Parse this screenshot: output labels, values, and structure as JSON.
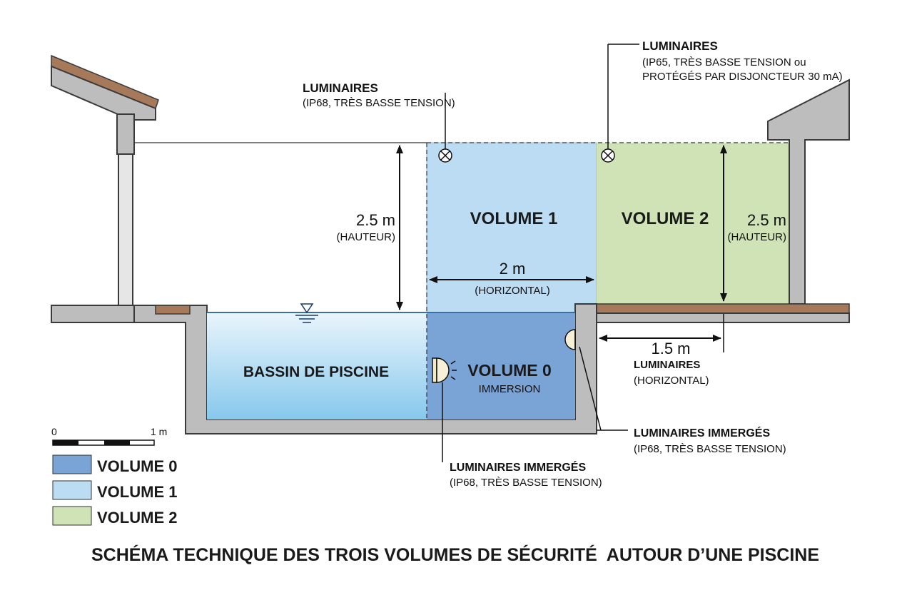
{
  "colors": {
    "volume0": "#7aa3d6",
    "volume1": "#bcdcf3",
    "volume2": "#cfe3b6",
    "concrete": "#bdbdbd",
    "concrete_stroke": "#3a3a3a",
    "wood": "#a5795a",
    "water_top": "#eaf5fc",
    "water_bottom": "#86c8ec"
  },
  "labels": {
    "lum1_title": "LUMINAIRES",
    "lum1_sub": "(IP68, TRÈS BASSE TENSION)",
    "lum2_title": "LUMINAIRES",
    "lum2_sub1": "(IP65, TRÈS BASSE TENSION ou",
    "lum2_sub2": "PROTÉGÉS PAR DISJONCTEUR 30 mA)",
    "volume1": "VOLUME 1",
    "volume2": "VOLUME 2",
    "h1_value": "2.5 m",
    "h1_sub": "(HAUTEUR)",
    "h2_value": "2.5 m",
    "h2_sub": "(HAUTEUR)",
    "w_value": "2 m",
    "w_sub": "(HORIZONTAL)",
    "basin": "BASSIN DE PISCINE",
    "volume0": "VOLUME 0",
    "volume0_sub": "IMMERSION",
    "d_value": "1.5 m",
    "d_title": "LUMINAIRES",
    "d_sub": "(HORIZONTAL)",
    "imm_right_title": "LUMINAIRES IMMERGÉS",
    "imm_right_sub": "(IP68, TRÈS BASSE TENSION)",
    "imm_bottom_title": "LUMINAIRES IMMERGÉS",
    "imm_bottom_sub": "(IP68, TRÈS BASSE TENSION)"
  },
  "scale": {
    "start": "0",
    "end": "1 m"
  },
  "legend": [
    {
      "label": "VOLUME 0",
      "color": "#7aa3d6"
    },
    {
      "label": "VOLUME 1",
      "color": "#bcdcf3"
    },
    {
      "label": "VOLUME 2",
      "color": "#cfe3b6"
    }
  ],
  "caption": "SCHÉMA TECHNIQUE DES TROIS VOLUMES DE SÉCURITÉ  AUTOUR D’UNE PISCINE"
}
